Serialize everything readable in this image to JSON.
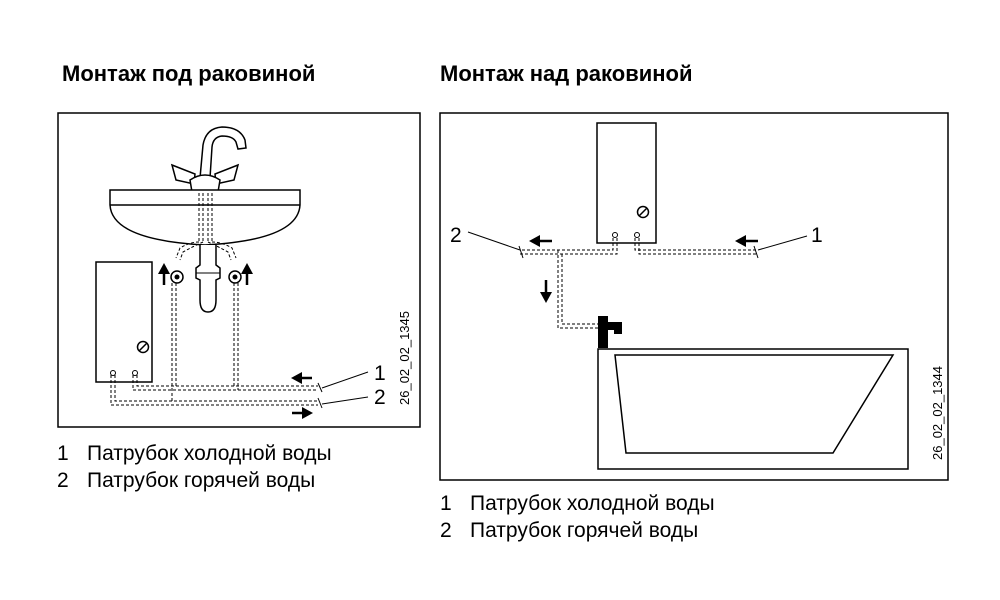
{
  "left_panel": {
    "title": "Монтаж под раковиной",
    "code": "26_02_02_1345",
    "callouts": [
      "1",
      "2"
    ],
    "legend": [
      {
        "number": "1",
        "text": "Патрубок холодной воды"
      },
      {
        "number": "2",
        "text": "Патрубок горячей воды"
      }
    ]
  },
  "right_panel": {
    "title": "Монтаж над раковиной",
    "code": "26_02_02_1344",
    "callouts": [
      "1",
      "2"
    ],
    "legend": [
      {
        "number": "1",
        "text": "Патрубок холодной воды"
      },
      {
        "number": "2",
        "text": "Патрубок горячей воды"
      }
    ]
  },
  "icons": {
    "control_knob": "adjustment-knob-icon",
    "flow_arrow": "flow-direction-arrow-icon"
  },
  "colors": {
    "line": "#000000",
    "background": "#ffffff"
  }
}
